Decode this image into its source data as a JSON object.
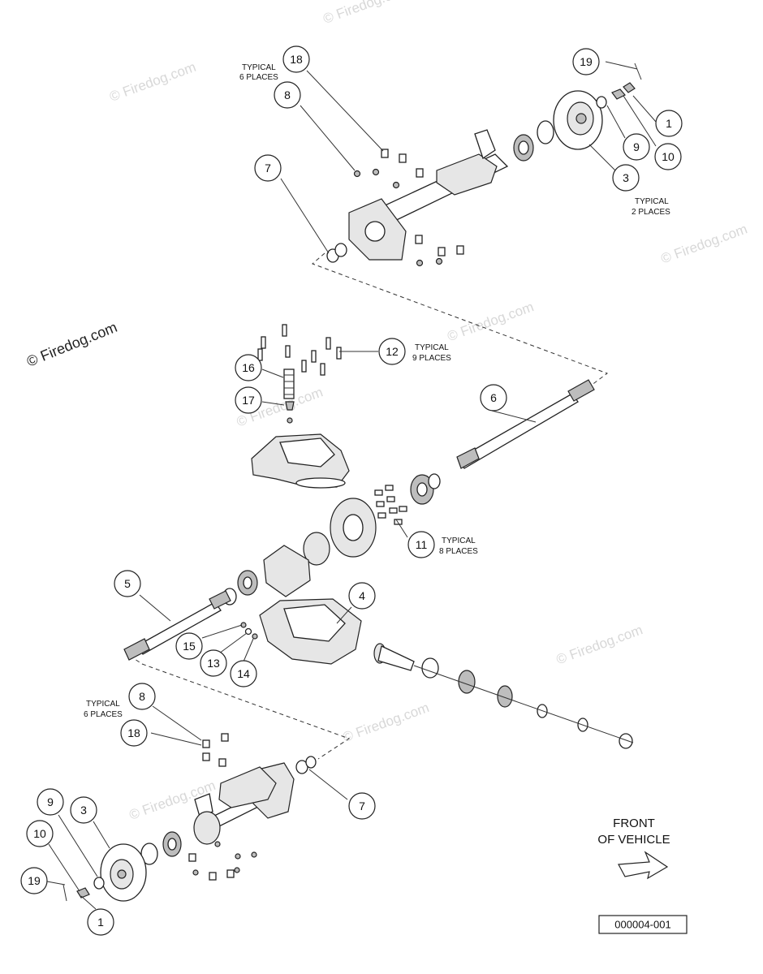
{
  "watermark": {
    "main": "© Firedog.com",
    "faint": "© Firedog.com"
  },
  "notes": {
    "typical_6_places_top": [
      "TYPICAL",
      "6 PLACES"
    ],
    "typical_2_places": [
      "TYPICAL",
      "2 PLACES"
    ],
    "typical_9_places": [
      "TYPICAL",
      "9 PLACES"
    ],
    "typical_8_places": [
      "TYPICAL",
      "8 PLACES"
    ],
    "typical_6_places_bottom": [
      "TYPICAL",
      "6 PLACES"
    ]
  },
  "callouts": {
    "c19_top": "19",
    "c18_top": "18",
    "c8_top": "8",
    "c7_top": "7",
    "c1_top": "1",
    "c9_top": "9",
    "c10_top": "10",
    "c3_top": "3",
    "c12": "12",
    "c16": "16",
    "c17": "17",
    "c6": "6",
    "c11": "11",
    "c5": "5",
    "c4": "4",
    "c15": "15",
    "c13": "13",
    "c14": "14",
    "c8_bot": "8",
    "c18_bot": "18",
    "c7_bot": "7",
    "c9_bot": "9",
    "c3_bot": "3",
    "c10_bot": "10",
    "c19_bot": "19",
    "c1_bot": "1"
  },
  "front_label": [
    "FRONT",
    "OF VEHICLE"
  ],
  "drawing_number": "000004-001"
}
